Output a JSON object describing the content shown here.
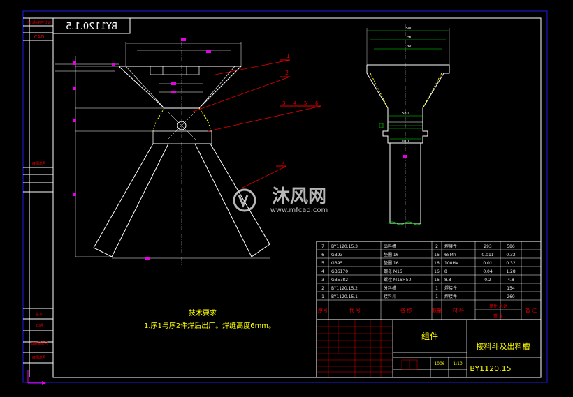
{
  "side_labels": {
    "top_1": "借(通)用件登记",
    "top_2": "CAD",
    "middle": "底图总号",
    "bottom_1": "签字",
    "bottom_2": "日期",
    "bottom_3": "旧底图总号",
    "bottom_4": "底图总号"
  },
  "mirrored_code": "BY1120.1.5",
  "front_view": {
    "balloons": [
      "1",
      "2",
      "3",
      "4",
      "5",
      "6",
      "7"
    ]
  },
  "side_view": {
    "dims": [
      "1580",
      "1290",
      "1260",
      "580",
      "Φ10"
    ]
  },
  "tech_req": {
    "title": "技术要求",
    "body": "1.序1与序2件焊后出厂。焊缝高度6mm。"
  },
  "watermark": {
    "brand": "沐风网",
    "url": "www.mfcad.com"
  },
  "parts": [
    {
      "no": "7",
      "code": "BY1120.15.3",
      "name": "出料槽",
      "qty": "2",
      "mat": "焊接件",
      "unit": "293",
      "total": "586"
    },
    {
      "no": "6",
      "code": "GB93",
      "name": "垫圈 16",
      "qty": "16",
      "mat": "65Mn",
      "unit": "0.011",
      "total": "0.32"
    },
    {
      "no": "5",
      "code": "GB95",
      "name": "垫圈 16",
      "qty": "16",
      "mat": "100HV",
      "unit": "0.01",
      "total": "0.32"
    },
    {
      "no": "4",
      "code": "GB6170",
      "name": "螺母 M16",
      "qty": "16",
      "mat": "8",
      "unit": "0.04",
      "total": "1.28"
    },
    {
      "no": "3",
      "code": "GB5782",
      "name": "螺栓 M16×50",
      "qty": "16",
      "mat": "8.8",
      "unit": "0.2",
      "total": "4.8"
    },
    {
      "no": "2",
      "code": "BY1120.15.2",
      "name": "分料槽",
      "qty": "1",
      "mat": "焊接件",
      "unit": "",
      "total": "154"
    },
    {
      "no": "1",
      "code": "BY1120.15.1",
      "name": "接料斗",
      "qty": "1",
      "mat": "焊接件",
      "unit": "",
      "total": "260"
    }
  ],
  "parts_header": {
    "no": "序号",
    "code": "代 号",
    "name": "名 称",
    "qty": "数量",
    "mat": "材 料",
    "weight": "单件 总计",
    "weight_sub": "重 量",
    "note": "备 注"
  },
  "title_block": {
    "assembly": "组件",
    "drawing_name": "接料斗及出料槽",
    "drawing_no": "BY1120.15",
    "weight": "1006",
    "scale": "1:10"
  },
  "colors": {
    "frame": "#ffffff",
    "border": "#1e1ee6",
    "leader": "#e60000",
    "dim": "#00e600",
    "marker": "#e600e6",
    "note": "#ffff00",
    "part_line": "#e6e6e6"
  }
}
